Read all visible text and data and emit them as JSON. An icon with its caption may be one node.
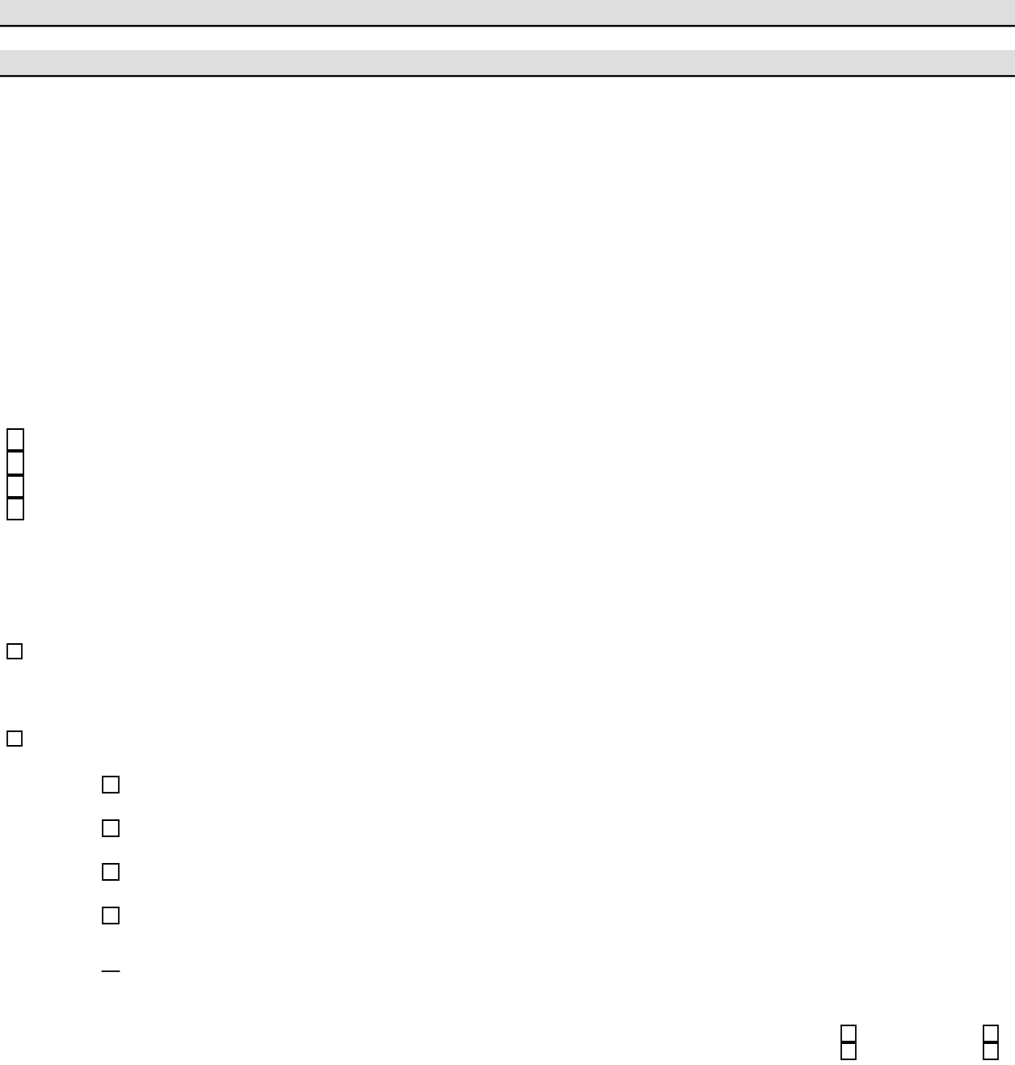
{
  "diagram": {
    "nodes": [
      {
        "text": [],
        "shape": "bar"
      },
      {
        "text": [],
        "shape": "bar"
      },
      {
        "text": [],
        "shape": "box"
      },
      {
        "text": [],
        "shape": "box"
      },
      {
        "text": [],
        "shape": "box"
      },
      {
        "text": [],
        "shape": "box"
      },
      {
        "text": [],
        "shape": "box"
      },
      {
        "text": [],
        "shape": "box"
      },
      {
        "text": [],
        "shape": "box"
      },
      {
        "text": [],
        "shape": "box"
      },
      {
        "text": [],
        "shape": "box"
      },
      {
        "text": [],
        "shape": "box"
      },
      {
        "text": [],
        "shape": "line"
      },
      {
        "text": [],
        "shape": "box"
      },
      {
        "text": [],
        "shape": "box"
      },
      {
        "text": [],
        "shape": "box"
      },
      {
        "text": [],
        "shape": "box"
      }
    ]
  }
}
